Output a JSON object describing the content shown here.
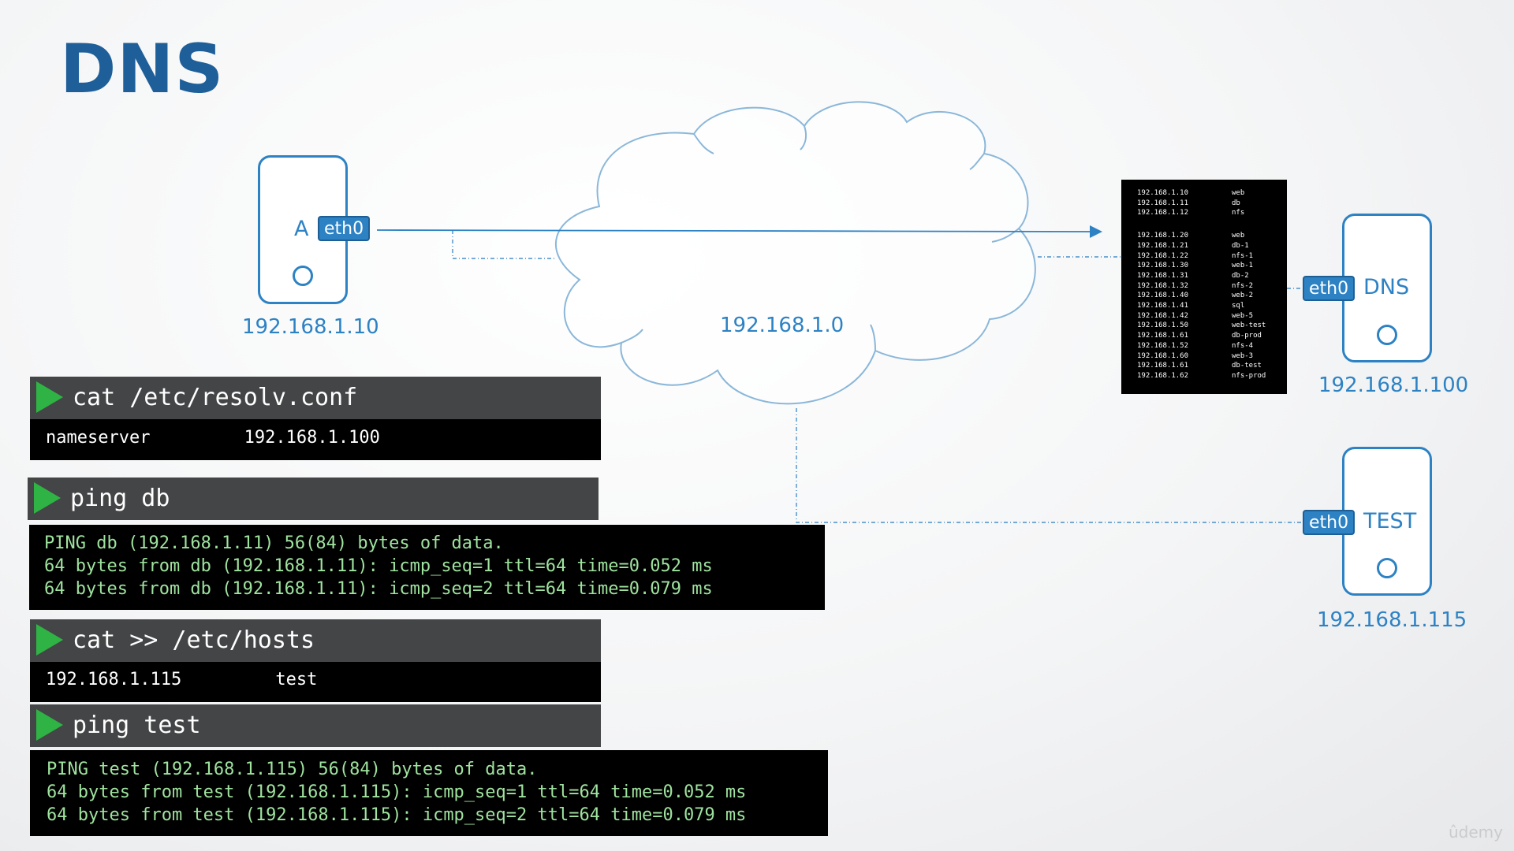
{
  "title": "DNS",
  "network": {
    "label": "192.168.1.0"
  },
  "hosts": {
    "a": {
      "name": "A",
      "interface": "eth0",
      "ip": "192.168.1.10"
    },
    "dns": {
      "name": "DNS",
      "interface": "eth0",
      "ip": "192.168.1.100"
    },
    "test": {
      "name": "TEST",
      "interface": "eth0",
      "ip": "192.168.1.115"
    }
  },
  "dns_table": {
    "groups": [
      [
        [
          "192.168.1.10",
          "web"
        ],
        [
          "192.168.1.11",
          "db"
        ],
        [
          "192.168.1.12",
          "nfs"
        ]
      ],
      [
        [
          "192.168.1.20",
          "web"
        ],
        [
          "192.168.1.21",
          "db-1"
        ],
        [
          "192.168.1.22",
          "nfs-1"
        ],
        [
          "192.168.1.30",
          "web-1"
        ],
        [
          "192.168.1.31",
          "db-2"
        ],
        [
          "192.168.1.32",
          "nfs-2"
        ],
        [
          "192.168.1.40",
          "web-2"
        ],
        [
          "192.168.1.41",
          "sql"
        ],
        [
          "192.168.1.42",
          "web-5"
        ],
        [
          "192.168.1.50",
          "web-test"
        ],
        [
          "192.168.1.61",
          "db-prod"
        ],
        [
          "192.168.1.52",
          "nfs-4"
        ],
        [
          "192.168.1.60",
          "web-3"
        ],
        [
          "192.168.1.61",
          "db-test"
        ],
        [
          "192.168.1.62",
          "nfs-prod"
        ]
      ]
    ]
  },
  "terminals": [
    {
      "command": "cat /etc/resolv.conf",
      "output": [
        "nameserver         192.168.1.100"
      ],
      "style": "white"
    },
    {
      "command": "ping db",
      "output": [
        "PING db (192.168.1.11) 56(84) bytes of data.",
        "64 bytes from db (192.168.1.11): icmp_seq=1 ttl=64 time=0.052 ms",
        "64 bytes from db (192.168.1.11): icmp_seq=2 ttl=64 time=0.079 ms"
      ],
      "style": "green"
    },
    {
      "command": "cat >> /etc/hosts",
      "output": [
        "192.168.1.115         test"
      ],
      "style": "white"
    },
    {
      "command": "ping test",
      "output": [
        "PING test (192.168.1.115) 56(84) bytes of data.",
        "64 bytes from test (192.168.1.115): icmp_seq=1 ttl=64 time=0.052 ms",
        "64 bytes from test (192.168.1.115): icmp_seq=2 ttl=64 time=0.079 ms"
      ],
      "style": "green"
    }
  ],
  "watermark": "ûdemy",
  "colors": {
    "accent": "#2d82c4",
    "title": "#1f5f99",
    "play": "#2fb344",
    "terminal_header": "#444546",
    "terminal_green": "#9fe39f"
  }
}
